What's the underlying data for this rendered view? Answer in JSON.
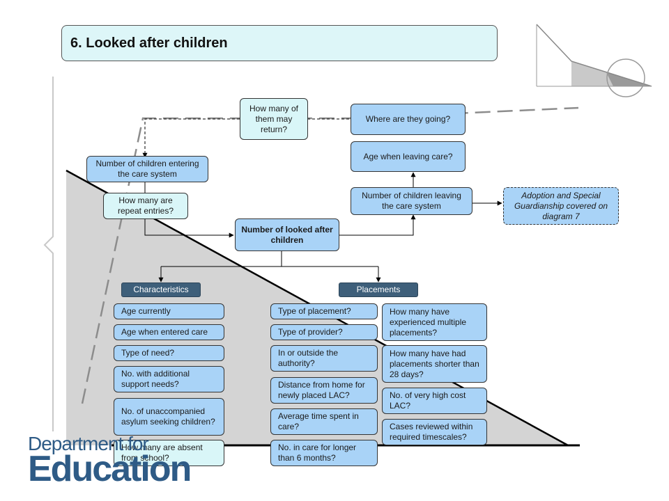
{
  "title": "6. Looked after children",
  "central_node": "Number of looked after children",
  "entering": "Number of children entering the care system",
  "repeat_entries": "How many are repeat entries?",
  "may_return": "How many of them may return?",
  "where_going": "Where are they going?",
  "age_leaving": "Age when leaving care?",
  "leaving": "Number of children leaving the care system",
  "adoption_note": "Adoption and Special Guardianship covered on diagram 7",
  "characteristics_header": "Characteristics",
  "placements_header": "Placements",
  "characteristics": [
    "Age currently",
    "Age when entered care",
    "Type of need?",
    "No. with additional support needs?",
    "No. of unaccompanied asylum seeking children?",
    "How many are absent from school?"
  ],
  "placements_col1": [
    "Type of placement?",
    "Type of provider?",
    "In or outside the authority?",
    "Distance from home for newly placed LAC?",
    "Average time spent in care?",
    "No. in care for longer than 6 months?"
  ],
  "placements_col2": [
    "How many have experienced multiple placements?",
    "How many have had placements shorter than 28 days?",
    "No. of very high cost LAC?",
    "Cases reviewed within required timescales?"
  ],
  "logo": {
    "line1": "Department for",
    "line2": "Education"
  },
  "colors": {
    "box_blue": "#a9d3f7",
    "box_cyan": "#d9f6f8",
    "header_dark": "#3e5f7a",
    "triangle_grey": "#d4d4d4"
  }
}
